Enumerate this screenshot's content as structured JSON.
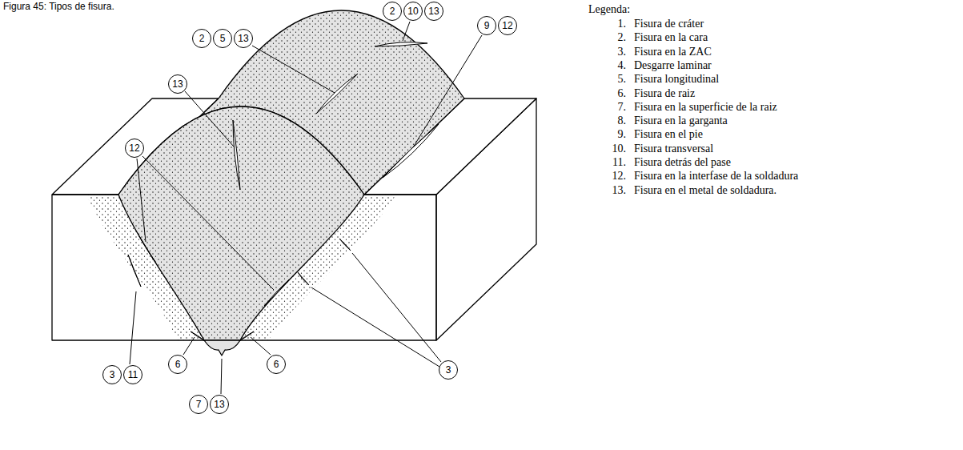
{
  "diagram": {
    "title": "Figura 45: Tipos de fisura.",
    "nodes": [
      {
        "text": [
          "2"
        ]
      },
      {
        "text": [
          "10"
        ]
      },
      {
        "text": [
          "13"
        ]
      },
      {
        "text": [
          "9"
        ]
      },
      {
        "text": [
          "12"
        ]
      },
      {
        "text": [
          "2"
        ]
      },
      {
        "text": [
          "5"
        ]
      },
      {
        "text": [
          "13"
        ]
      },
      {
        "text": [
          "13"
        ]
      },
      {
        "text": [
          "12"
        ]
      },
      {
        "text": [
          "3"
        ]
      },
      {
        "text": [
          "11"
        ]
      },
      {
        "text": [
          "6"
        ]
      },
      {
        "text": [
          "6"
        ]
      },
      {
        "text": [
          "3"
        ]
      },
      {
        "text": [
          "7"
        ]
      },
      {
        "text": [
          "13"
        ]
      }
    ],
    "labels": [
      "Legenda:",
      "1.",
      "Fisura de cráter",
      "2.",
      "Fisura en la cara",
      "3.",
      "Fisura en la ZAC",
      "4.",
      "Desgarre laminar",
      "5.",
      "Fisura longitudinal",
      "6.",
      "Fisura de raiz",
      "7.",
      "Fisura en la superficie de la raiz",
      "8.",
      "Fisura en la garganta",
      "9.",
      "Fisura en el pie",
      "10.",
      "Fisura transversal",
      "11.",
      "Fisura detrás del pase",
      "12.",
      "Fisura en la interfase de la soldadura",
      "13.",
      "Fisura en el metal de soldadura."
    ]
  }
}
